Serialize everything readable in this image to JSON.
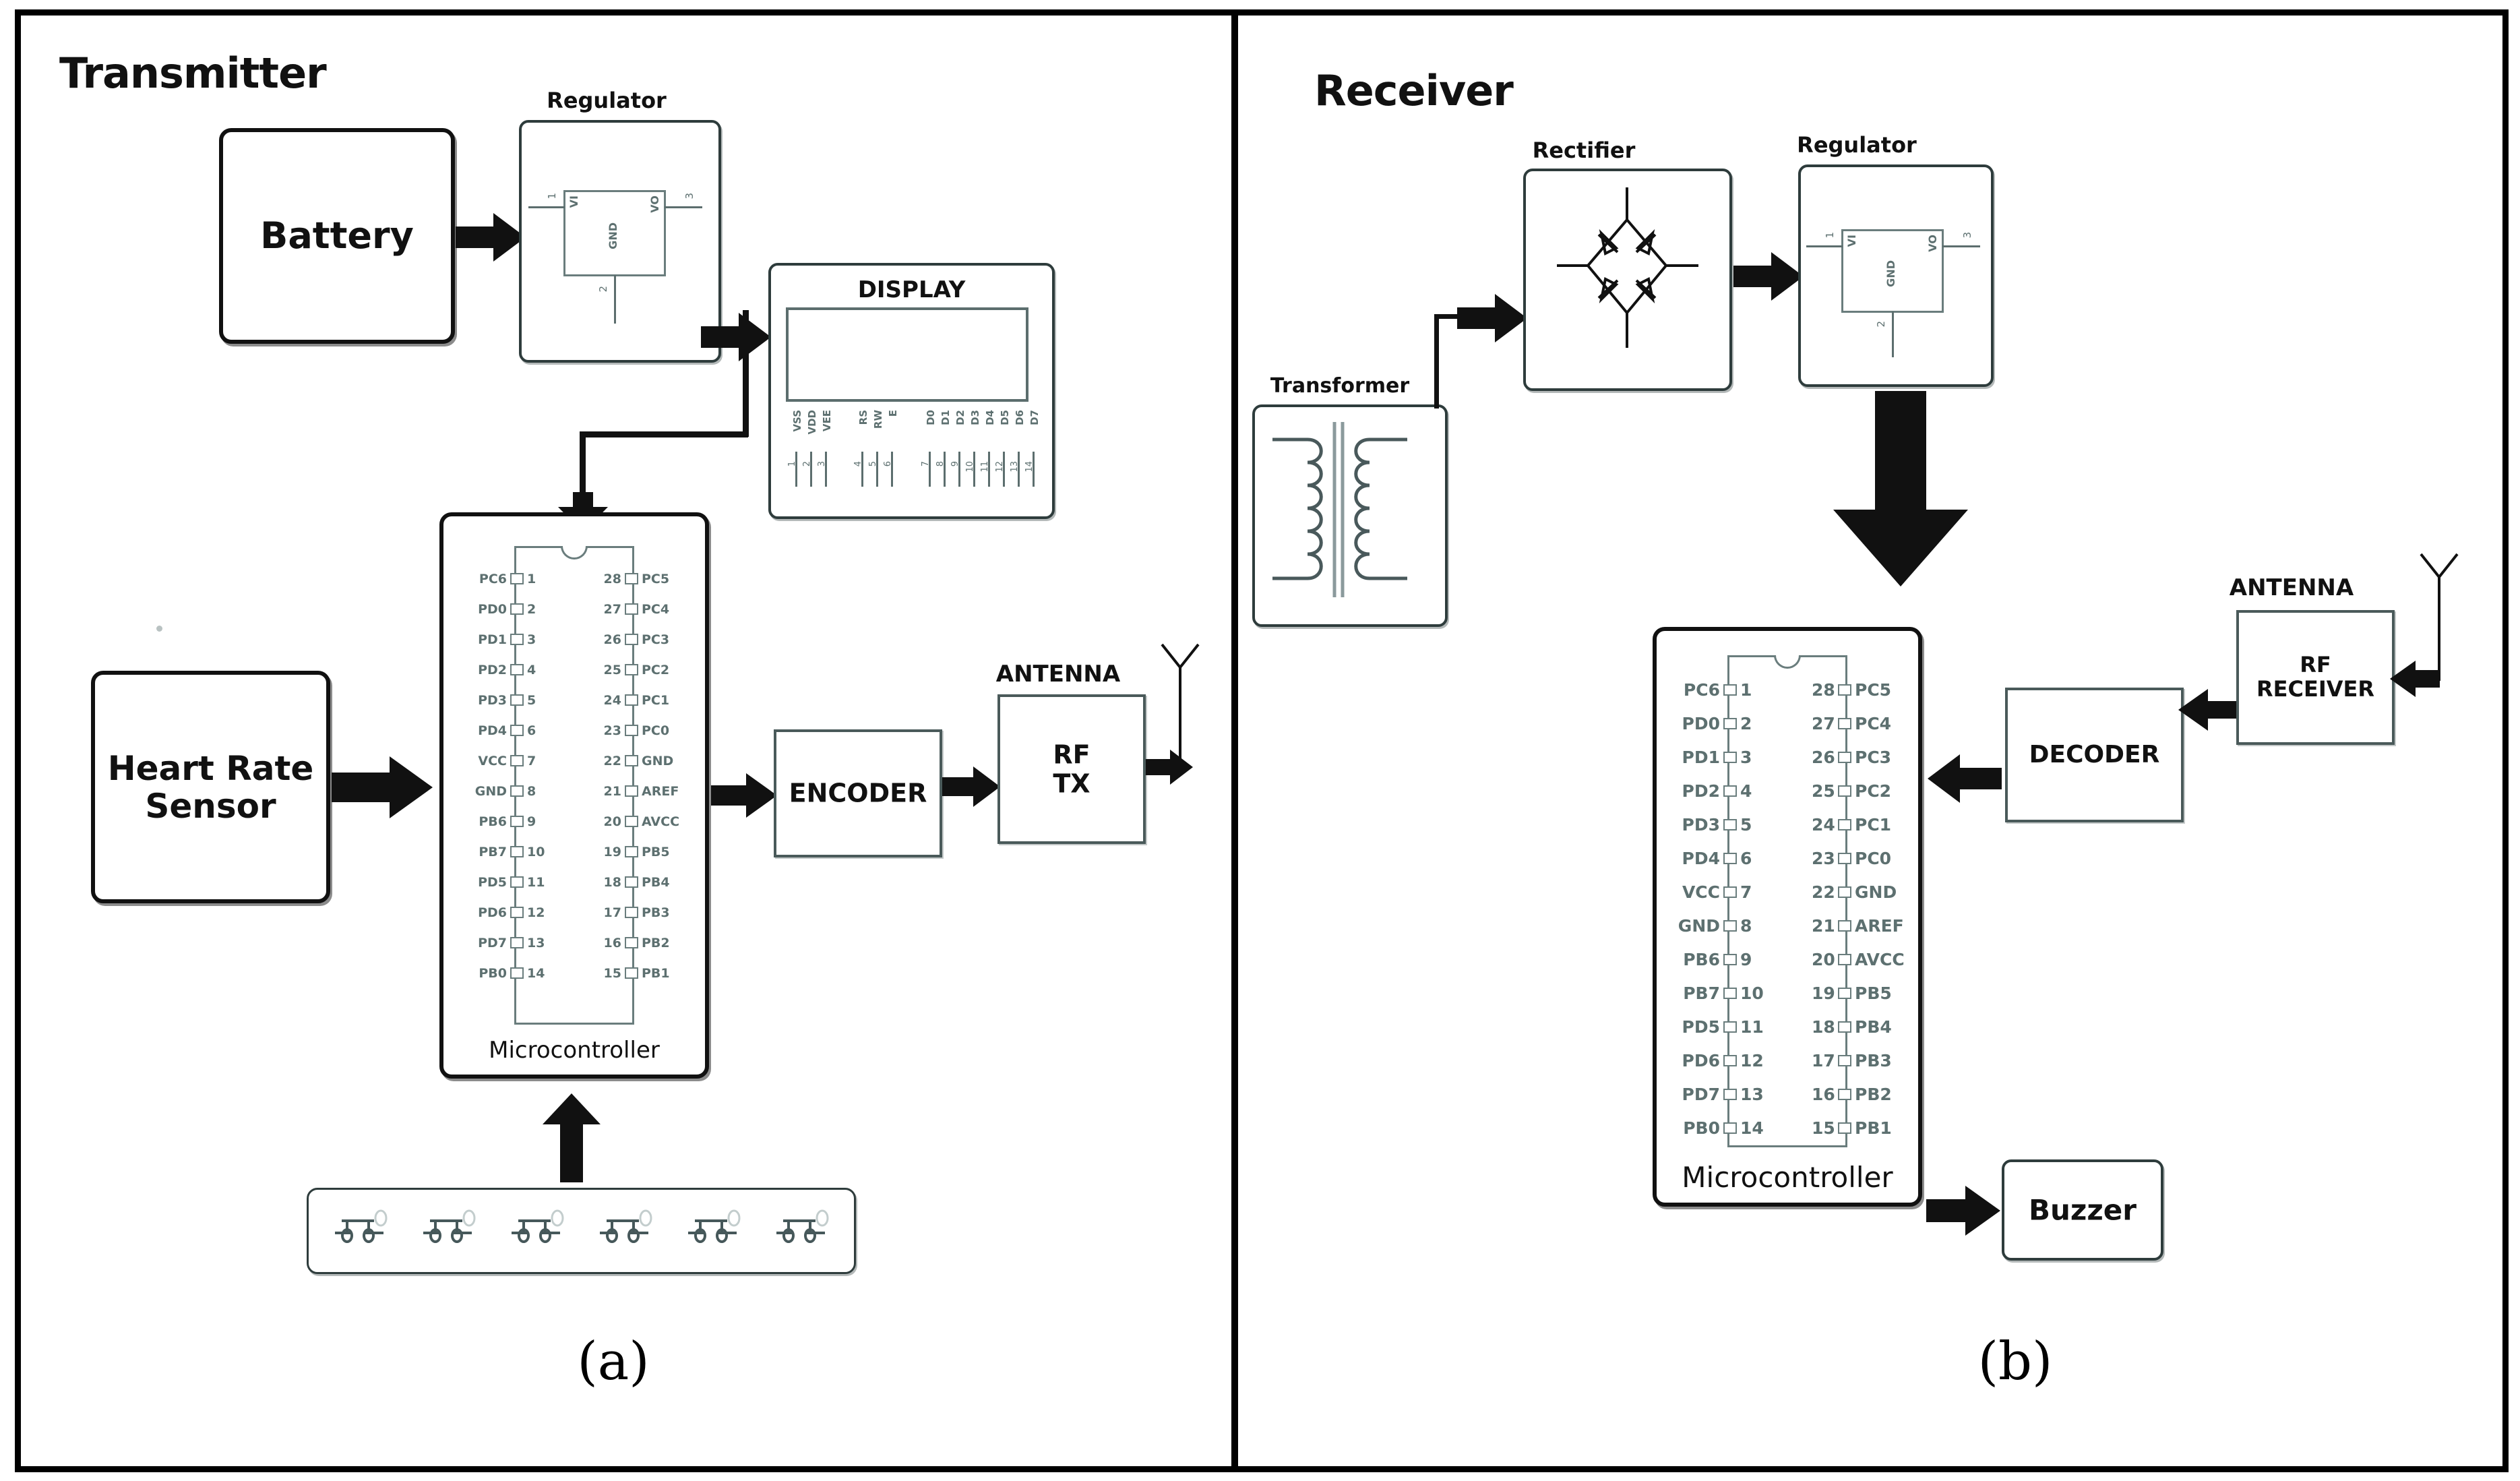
{
  "figure": {
    "captions": {
      "a": "(a)",
      "b": "(b)"
    }
  },
  "panel_a": {
    "title": "Transmitter",
    "blocks": {
      "battery": "Battery",
      "regulator_caption": "Regulator",
      "display_caption": "DISPLAY",
      "heart_rate_sensor": "Heart Rate\nSensor",
      "encoder": "ENCODER",
      "rf_tx": "RF\nTX",
      "antenna_caption": "ANTENNA",
      "microcontroller_caption": "Microcontroller"
    }
  },
  "panel_b": {
    "title": "Receiver",
    "blocks": {
      "transformer_caption": "Transformer",
      "rectifier_caption": "Rectifier",
      "regulator_caption": "Regulator",
      "rf_receiver": "RF\nRECEIVER",
      "antenna_caption": "ANTENNA",
      "decoder": "DECODER",
      "buzzer": "Buzzer",
      "microcontroller_caption": "Microcontroller"
    }
  },
  "regulator_symbol": {
    "vi_label": "VI",
    "vo_label": "VO",
    "gnd_label": "GND",
    "pin_in": "1",
    "pin_gnd": "2",
    "pin_out": "3"
  },
  "microcontroller": {
    "caption": "Microcontroller",
    "left_pins": [
      {
        "num": "1",
        "name": "PC6"
      },
      {
        "num": "2",
        "name": "PD0"
      },
      {
        "num": "3",
        "name": "PD1"
      },
      {
        "num": "4",
        "name": "PD2"
      },
      {
        "num": "5",
        "name": "PD3"
      },
      {
        "num": "6",
        "name": "PD4"
      },
      {
        "num": "7",
        "name": "VCC"
      },
      {
        "num": "8",
        "name": "GND"
      },
      {
        "num": "9",
        "name": "PB6"
      },
      {
        "num": "10",
        "name": "PB7"
      },
      {
        "num": "11",
        "name": "PD5"
      },
      {
        "num": "12",
        "name": "PD6"
      },
      {
        "num": "13",
        "name": "PD7"
      },
      {
        "num": "14",
        "name": "PB0"
      }
    ],
    "right_pins": [
      {
        "num": "28",
        "name": "PC5"
      },
      {
        "num": "27",
        "name": "PC4"
      },
      {
        "num": "26",
        "name": "PC3"
      },
      {
        "num": "25",
        "name": "PC2"
      },
      {
        "num": "24",
        "name": "PC1"
      },
      {
        "num": "23",
        "name": "PC0"
      },
      {
        "num": "22",
        "name": "GND"
      },
      {
        "num": "21",
        "name": "AREF"
      },
      {
        "num": "20",
        "name": "AVCC"
      },
      {
        "num": "19",
        "name": "PB5"
      },
      {
        "num": "18",
        "name": "PB4"
      },
      {
        "num": "17",
        "name": "PB3"
      },
      {
        "num": "16",
        "name": "PB2"
      },
      {
        "num": "15",
        "name": "PB1"
      }
    ]
  },
  "lcd": {
    "caption": "DISPLAY",
    "pins": [
      {
        "name": "VSS",
        "num": "1"
      },
      {
        "name": "VDD",
        "num": "2"
      },
      {
        "name": "VEE",
        "num": "3"
      },
      {
        "name": "RS",
        "num": "4"
      },
      {
        "name": "RW",
        "num": "5"
      },
      {
        "name": "E",
        "num": "6"
      },
      {
        "name": "D0",
        "num": "7"
      },
      {
        "name": "D1",
        "num": "8"
      },
      {
        "name": "D2",
        "num": "9"
      },
      {
        "name": "D3",
        "num": "10"
      },
      {
        "name": "D4",
        "num": "11"
      },
      {
        "name": "D5",
        "num": "12"
      },
      {
        "name": "D6",
        "num": "13"
      },
      {
        "name": "D7",
        "num": "14"
      }
    ]
  },
  "keypad": {
    "switch_count": 6
  },
  "colors": {
    "frame": "#000000",
    "block_outline": "#2e3c3c",
    "symbol_outline": "#6a7d7d",
    "pin_text": "#5d7070",
    "arrow_fill": "#111111",
    "background": "#ffffff"
  }
}
